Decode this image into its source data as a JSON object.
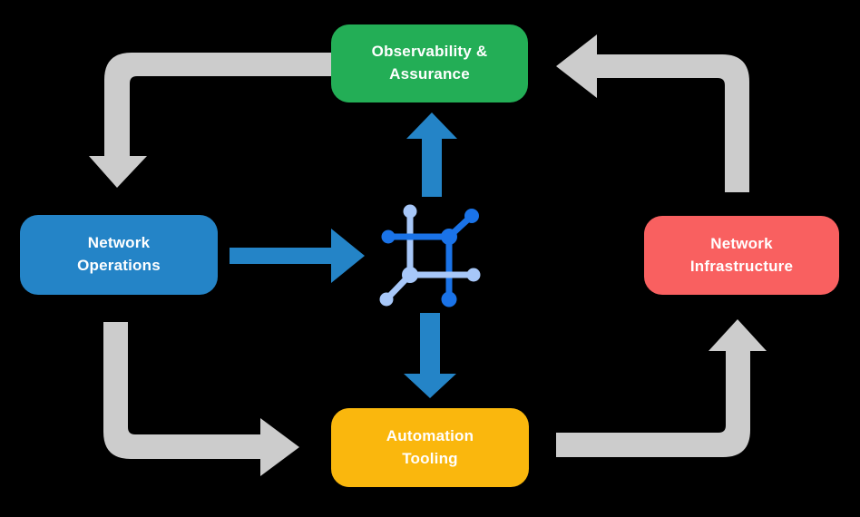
{
  "diagram": {
    "nodes": [
      {
        "id": "observability-assurance",
        "label": "Observability &\nAssurance",
        "color": "#23ae56"
      },
      {
        "id": "network-operations",
        "label": "Network\nOperations",
        "color": "#2484c7"
      },
      {
        "id": "network-infrastructure",
        "label": "Network\nInfrastructure",
        "color": "#f96060"
      },
      {
        "id": "automation-tooling",
        "label": "Automation\nTooling",
        "color": "#fab70d"
      }
    ],
    "center_icon": {
      "name": "network-mesh-icon",
      "dark_color": "#1a73e8",
      "light_color": "#a7c7f8"
    },
    "colors": {
      "background": "#000000",
      "text": "#ffffff",
      "arrow_gray": "#cccccc",
      "arrow_blue": "#2484c7",
      "icon_dark": "#1a73e8",
      "icon_light": "#a7c7f8"
    },
    "flows": [
      {
        "from": "observability-assurance",
        "to": "network-operations",
        "style": "gray"
      },
      {
        "from": "network-operations",
        "to": "center-icon",
        "style": "blue"
      },
      {
        "from": "center-icon",
        "to": "observability-assurance",
        "style": "blue"
      },
      {
        "from": "center-icon",
        "to": "automation-tooling",
        "style": "blue"
      },
      {
        "from": "network-operations",
        "to": "automation-tooling",
        "style": "gray"
      },
      {
        "from": "automation-tooling",
        "to": "network-infrastructure",
        "style": "gray"
      },
      {
        "from": "network-infrastructure",
        "to": "observability-assurance",
        "style": "gray"
      }
    ]
  }
}
